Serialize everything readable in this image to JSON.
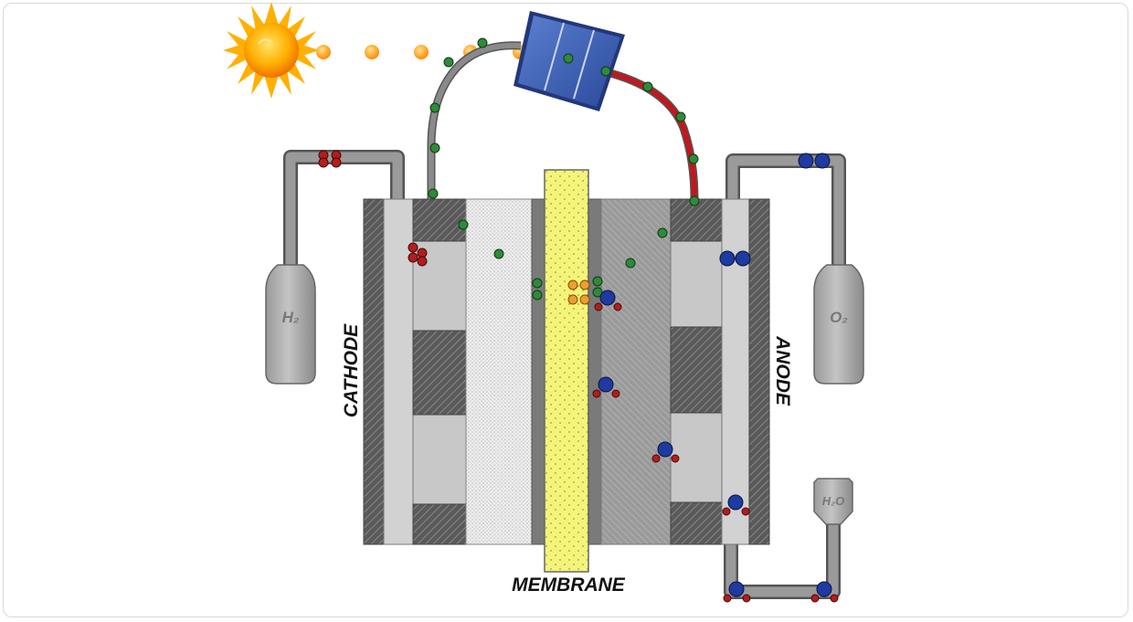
{
  "labels": {
    "cathode": "CATHODE",
    "anode": "ANODE",
    "membrane": "MEMBRANE",
    "h2_tank": "H₂",
    "o2_tank": "O₂",
    "water_inlet": "H₂O"
  },
  "colors": {
    "electron": "#2f8a3a",
    "proton": "#e8a030",
    "hydrogen_atom": "#b01e1e",
    "oxygen_atom": "#1f3aa0",
    "membrane": "#f4f47a",
    "pipe": "#8c8c8c",
    "wire_positive": "#c0181e",
    "photon": "#ff9a00",
    "solar_panel": "#3a5bb8"
  },
  "icons": {
    "sun": "sun-icon",
    "solar_panel": "solar-panel-icon"
  }
}
